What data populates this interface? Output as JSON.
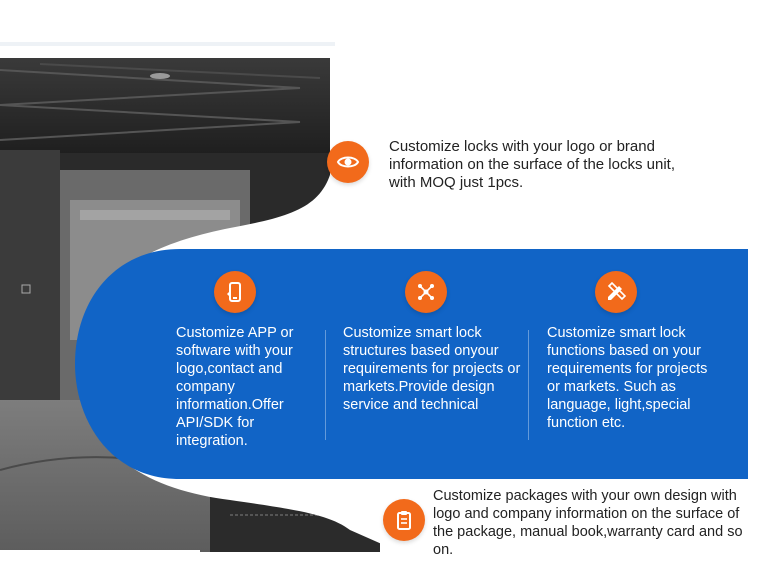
{
  "features": {
    "logo": {
      "icon": "eye-icon",
      "text": "Customize locks with your logo or brand information on the surface of the locks unit, with MOQ just 1pcs."
    },
    "app": {
      "icon": "smartphone-icon",
      "text": "Customize APP or software with your logo,contact and company information.Offer API/SDK for integration."
    },
    "structure": {
      "icon": "network-icon",
      "text": "Customize smart lock structures based onyour requirements for projects or markets.Provide design service and technical"
    },
    "functions": {
      "icon": "pencil-ruler-icon",
      "text": "Customize smart lock functions based on your requirements for projects or markets. Such as language, light,special function etc."
    },
    "package": {
      "icon": "clipboard-icon",
      "text": "Customize packages with your own design with logo and company information on the surface of the package, manual book,warranty card and so on."
    }
  },
  "colors": {
    "band_blue": "#1164c6",
    "icon_orange": "#f26a1b"
  }
}
